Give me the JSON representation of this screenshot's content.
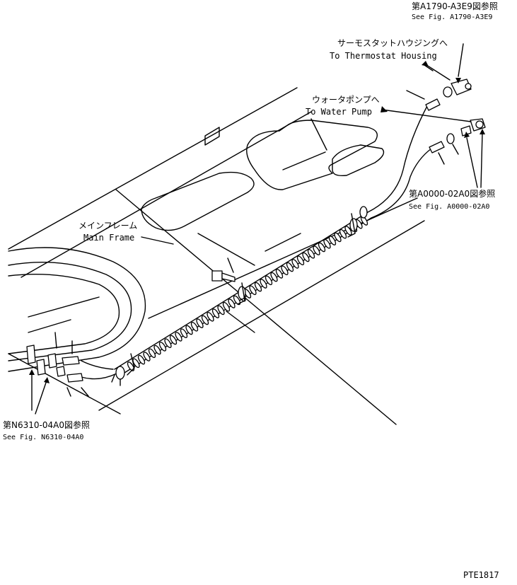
{
  "labels": {
    "ref_a1790_jp": "第A1790-A3E9図参照",
    "ref_a1790_en": "See Fig. A1790-A3E9",
    "thermostat_jp": "サーモスタットハウジングへ",
    "thermostat_en": "To Thermostat Housing",
    "water_pump_jp": "ウォータポンプへ",
    "water_pump_en": "To Water Pump",
    "ref_a0000_jp": "第A0000-02A0図参照",
    "ref_a0000_en": "See Fig. A0000-02A0",
    "main_frame_jp": "メインフレーム",
    "main_frame_en": "Main Frame",
    "ref_n6310_jp": "第N6310-04A0図参照",
    "ref_n6310_en": "See Fig. N6310-04A0",
    "drawing_id": "PTE1817"
  },
  "colors": {
    "ink": "#000000",
    "paper": "#ffffff"
  }
}
